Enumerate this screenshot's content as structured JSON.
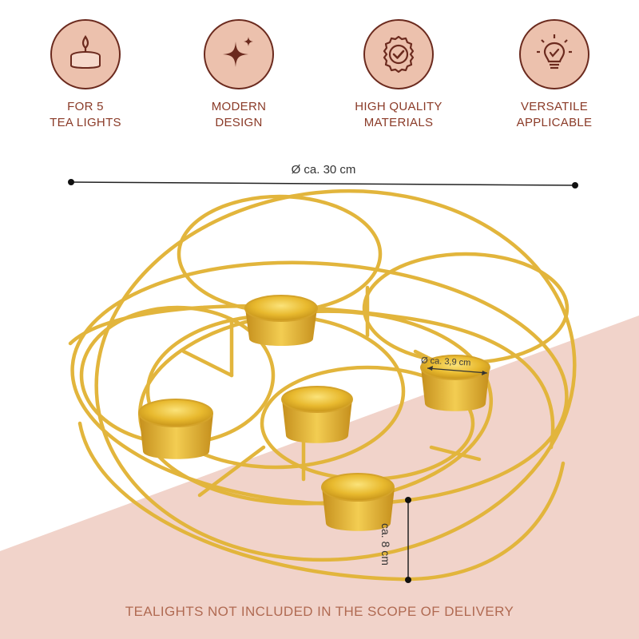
{
  "features": [
    {
      "icon": "tealight-icon",
      "line1": "FOR 5",
      "line2": "TEA LIGHTS"
    },
    {
      "icon": "sparkle-icon",
      "line1": "MODERN",
      "line2": "DESIGN"
    },
    {
      "icon": "quality-seal-icon",
      "line1": "HIGH QUALITY",
      "line2": "MATERIALS"
    },
    {
      "icon": "lightbulb-icon",
      "line1": "VERSATILE",
      "line2": "APPLICABLE"
    }
  ],
  "dimensions": {
    "diameter": "Ø ca. 30 cm",
    "tealight_diameter": "Ø ca. 3,9 cm",
    "height": "ca. 8 cm"
  },
  "footer": "TEALIGHTS NOT INCLUDED IN THE SCOPE OF DELIVERY",
  "colors": {
    "accent_brown": "#6b2a1e",
    "badge_fill": "#ecc1ad",
    "label_brown": "#8a3a27",
    "background_pink": "#f1d3ca",
    "gold": "#e0b43a"
  }
}
